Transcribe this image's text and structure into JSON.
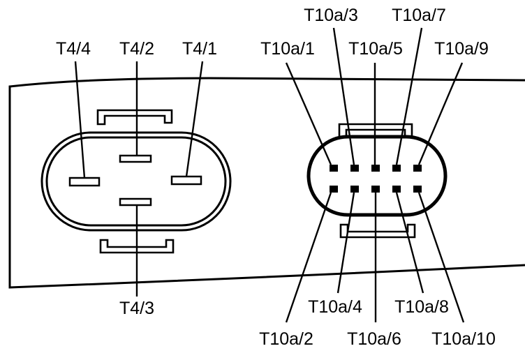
{
  "connector_t4": {
    "pins": {
      "p1": "T4/1",
      "p2": "T4/2",
      "p3": "T4/3",
      "p4": "T4/4"
    }
  },
  "connector_t10a": {
    "pins": {
      "p1": "T10a/1",
      "p2": "T10a/2",
      "p3": "T10a/3",
      "p4": "T10a/4",
      "p5": "T10a/5",
      "p6": "T10a/6",
      "p7": "T10a/7",
      "p8": "T10a/8",
      "p9": "T10a/9",
      "p10": "T10a/10"
    }
  }
}
